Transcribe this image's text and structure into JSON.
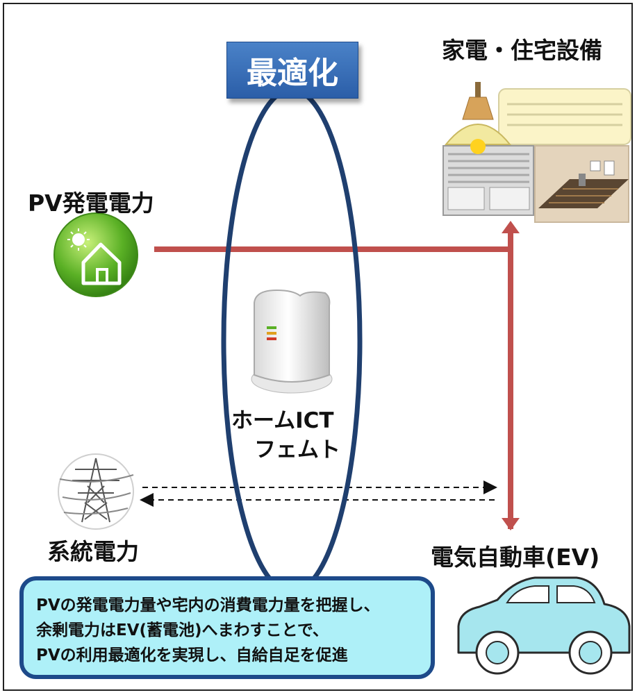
{
  "title": "最適化",
  "appliances": {
    "label": "家電・住宅設備"
  },
  "pv": {
    "label": "PV発電電力"
  },
  "gateway": {
    "line1": "ホームICT",
    "line2": "フェムト"
  },
  "grid": {
    "label": "系統電力"
  },
  "ev": {
    "label": "電気自動車(EV)"
  },
  "summary": {
    "line1": "PVの発電電力量や宅内の消費電力量を把握し、",
    "line2": "余剰電力はEV(蓄電池)へまわすことで、",
    "line3": "PVの利用最適化を実現し、自給自足を促進"
  },
  "colors": {
    "power_line": "#c0504d",
    "ellipse": "#1f3f6f",
    "badge": "#3a6fb8",
    "summary_fill": "#aef0f8",
    "car": "#a6e6ee",
    "pv_icon": "#5ab025"
  },
  "icons": [
    "pv-house-icon",
    "appliances-icon",
    "gateway-device-icon",
    "power-tower-icon",
    "car-icon"
  ]
}
